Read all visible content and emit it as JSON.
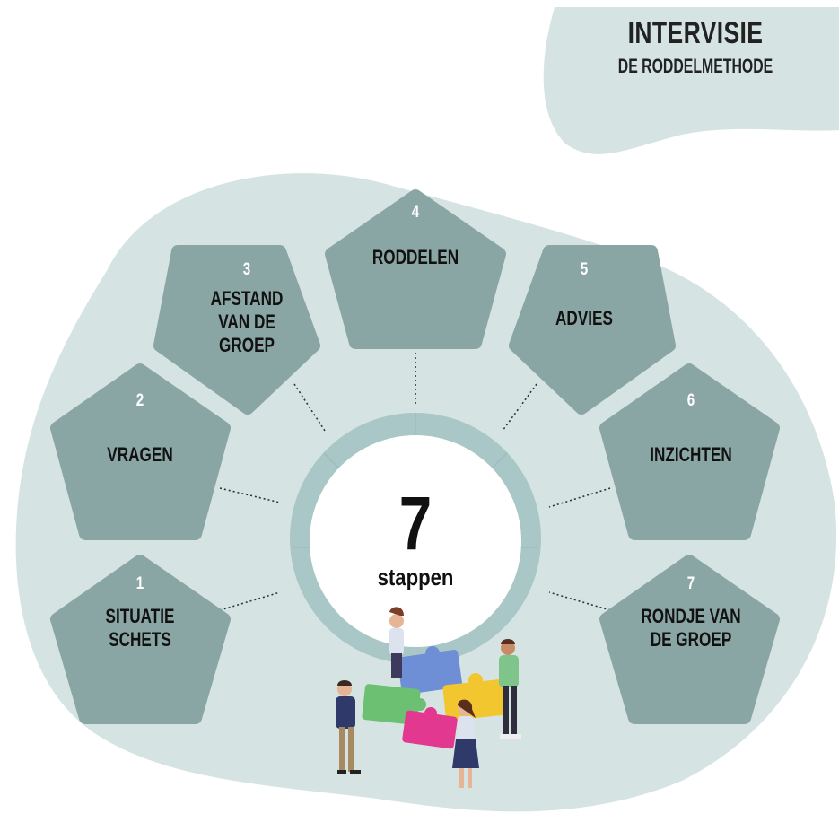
{
  "title": {
    "main": "INTERVISIE",
    "sub": "DE RODDELMETHODE"
  },
  "center": {
    "number": "7",
    "label": "stappen"
  },
  "steps": [
    {
      "number": "1",
      "label": "SITUATIE\nSCHETS"
    },
    {
      "number": "2",
      "label": "VRAGEN"
    },
    {
      "number": "3",
      "label": "AFSTAND\nVAN DE\nGROEP"
    },
    {
      "number": "4",
      "label": "RODDELEN"
    },
    {
      "number": "5",
      "label": "ADVIES"
    },
    {
      "number": "6",
      "label": "INZICHTEN"
    },
    {
      "number": "7",
      "label": "RONDJE VAN\nDE GROEP"
    }
  ],
  "colors": {
    "background_blob": "#d5e4e3",
    "pentagon": "#8aa6a4",
    "ring": "#a9c7c6",
    "text": "#111111"
  },
  "icons": [
    "puzzle-team-illustration"
  ]
}
